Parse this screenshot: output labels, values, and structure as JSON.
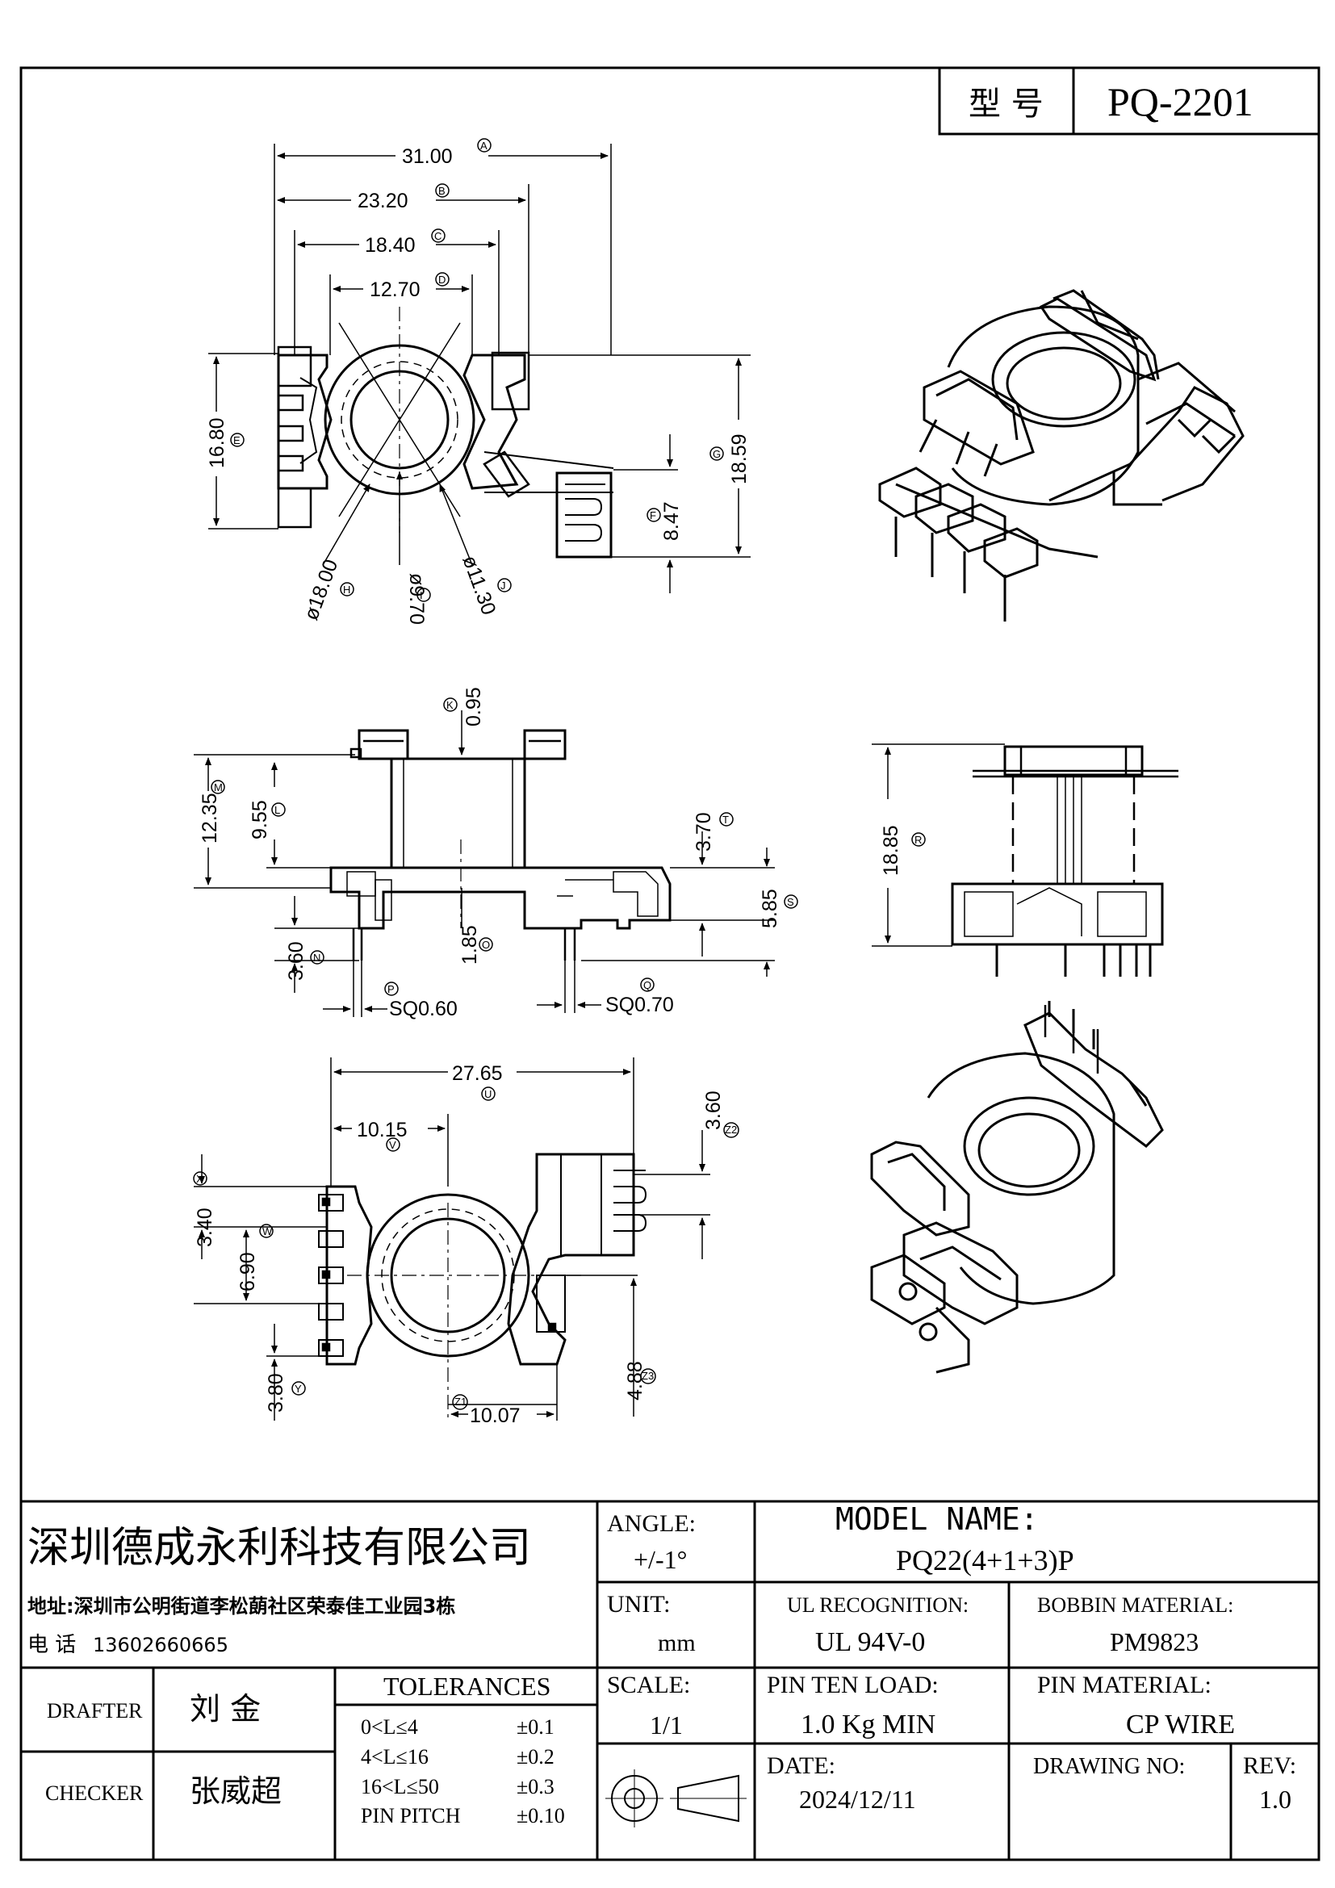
{
  "header": {
    "model_label": "型 号",
    "model_value": "PQ-2201"
  },
  "top_view": {
    "dims": {
      "A": "31.00",
      "B": "23.20",
      "C": "18.40",
      "D": "12.70",
      "E": "16.80",
      "F": "8.47",
      "G": "18.59",
      "H": "ø18.00",
      "I": "ø9.70",
      "J": "ø11.30"
    },
    "markers": {
      "A": "A",
      "B": "B",
      "C": "C",
      "D": "D",
      "E": "E",
      "F": "F",
      "G": "G",
      "H": "H",
      "I": "I",
      "J": "J"
    }
  },
  "side_view": {
    "dims": {
      "K": "0.95",
      "M": "12.35",
      "L": "9.55",
      "T": "3.70",
      "S": "5.85",
      "O": "1.85",
      "N": "3.60",
      "P": "SQ0.60",
      "Q": "SQ0.70",
      "R": "18.85"
    },
    "markers": {
      "K": "K",
      "M": "M",
      "L": "L",
      "T": "T",
      "S": "S",
      "O": "O",
      "N": "N",
      "P": "P",
      "Q": "Q",
      "R": "R"
    }
  },
  "bottom_view": {
    "dims": {
      "U": "27.65",
      "V": "10.15",
      "Z2": "3.60",
      "X": "3.40",
      "W": "6.90",
      "Y": "3.80",
      "Z1": "10.07",
      "Z3": "4.88"
    },
    "markers": {
      "U": "U",
      "V": "V",
      "Z2": "Z2",
      "X": "X",
      "W": "W",
      "Y": "Y",
      "Z1": "Z1",
      "Z3": "Z3"
    }
  },
  "title_block": {
    "company": "深圳德成永利科技有限公司",
    "address": "地址:深圳市公明街道李松蓢社区荣泰佳工业园3栋",
    "phone_label": "电 话",
    "phone": "13602660665",
    "angle_label": "ANGLE:",
    "angle_value": "+/-1°",
    "model_name_label": "MODEL NAME:",
    "model_name_value": "PQ22(4+1+3)P",
    "unit_label": "UNIT:",
    "unit_value": "mm",
    "ul_label": "UL RECOGNITION:",
    "ul_value": "UL 94V-0",
    "bobbin_label": "BOBBIN MATERIAL:",
    "bobbin_value": "PM9823",
    "drafter_label": "DRAFTER",
    "drafter_name": "刘 金",
    "checker_label": "CHECKER",
    "checker_name": "张威超",
    "tolerances_label": "TOLERANCES",
    "tolerances": [
      {
        "range": "0<L≤4",
        "value": "±0.1"
      },
      {
        "range": "4<L≤16",
        "value": "±0.2"
      },
      {
        "range": "16<L≤50",
        "value": "±0.3"
      },
      {
        "range": "PIN PITCH",
        "value": "±0.10"
      }
    ],
    "scale_label": "SCALE:",
    "scale_value": "1/1",
    "pin_load_label": "PIN TEN LOAD:",
    "pin_load_value": "1.0 Kg MIN",
    "pin_material_label": "PIN MATERIAL:",
    "pin_material_value": "CP WIRE",
    "date_label": "DATE:",
    "date_value": "2024/12/11",
    "drawing_no_label": "DRAWING NO:",
    "rev_label": "REV:",
    "rev_value": "1.0"
  }
}
